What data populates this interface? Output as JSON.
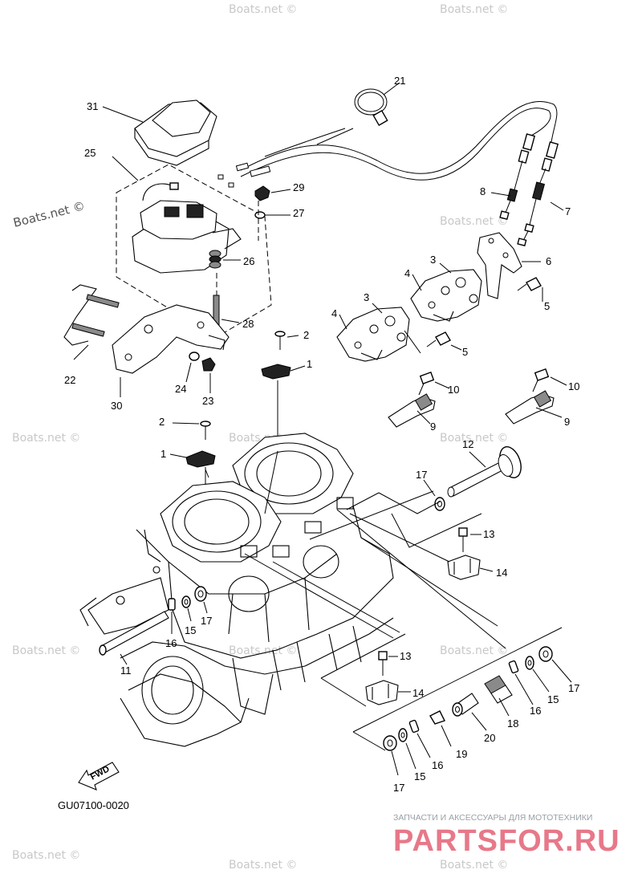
{
  "diagram": {
    "code": "GU07100-0020",
    "fwd_label": "FWD",
    "watermark": "Boats.net ©",
    "shop_tagline": "ЗАПЧАСТИ И АКСЕССУАРЫ ДЛЯ МОТОТЕХНИКИ",
    "shop_logo": "PARTSFOR.RU",
    "callouts": {
      "c1a": "1",
      "c1b": "1",
      "c2a": "2",
      "c2b": "2",
      "c3a": "3",
      "c3b": "3",
      "c4a": "4",
      "c4b": "4",
      "c5a": "5",
      "c5b": "5",
      "c6": "6",
      "c7": "7",
      "c8": "8",
      "c9a": "9",
      "c9b": "9",
      "c10a": "10",
      "c10b": "10",
      "c11": "11",
      "c12": "12",
      "c13a": "13",
      "c13b": "13",
      "c14a": "14",
      "c14b": "14",
      "c15a": "15",
      "c15b": "15",
      "c15c": "15",
      "c16a": "16",
      "c16b": "16",
      "c16c": "16",
      "c17a": "17",
      "c17b": "17",
      "c17c": "17",
      "c17d": "17",
      "c18": "18",
      "c19": "19",
      "c20": "20",
      "c21": "21",
      "c22": "22",
      "c23": "23",
      "c24": "24",
      "c25": "25",
      "c26": "26",
      "c27": "27",
      "c28": "28",
      "c29": "29",
      "c30": "30",
      "c31": "31"
    }
  }
}
